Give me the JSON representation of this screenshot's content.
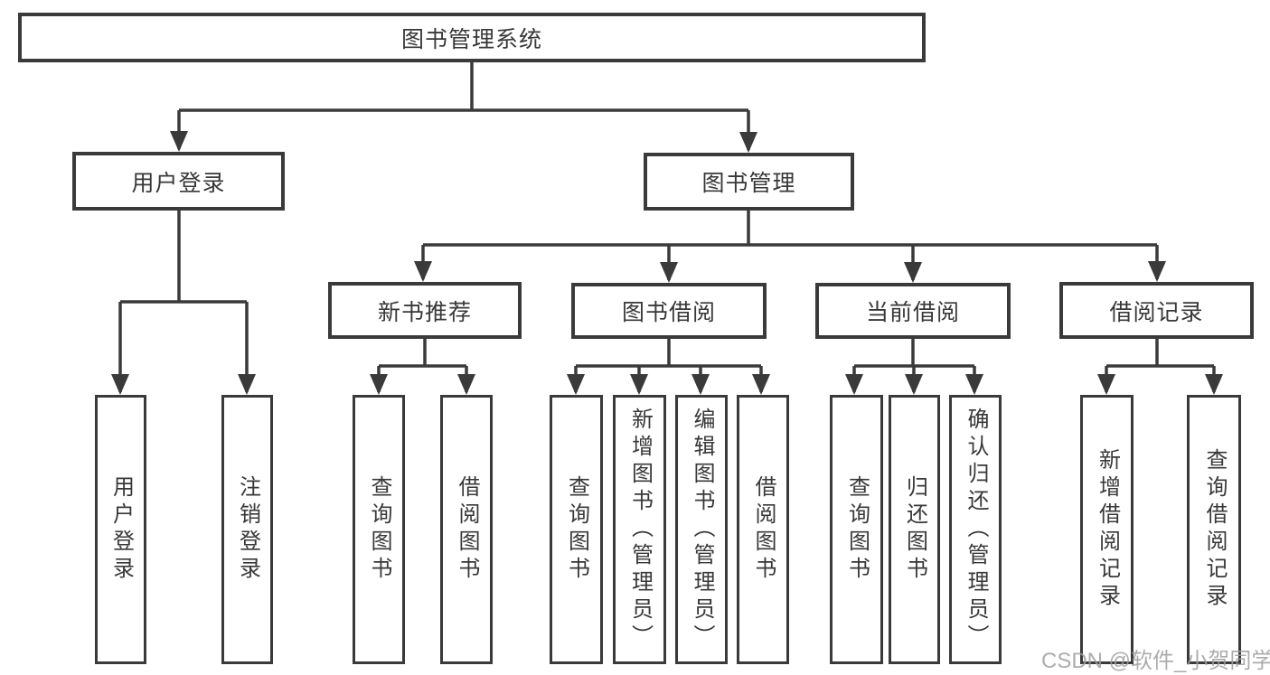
{
  "diagram": {
    "root": "图书管理系统",
    "branches": [
      {
        "label": "用户登录",
        "leaves": [
          "用户登录",
          "注销登录"
        ]
      },
      {
        "label": "图书管理",
        "groups": [
          {
            "label": "新书推荐",
            "leaves": [
              "查询图书",
              "借阅图书"
            ]
          },
          {
            "label": "图书借阅",
            "leaves": [
              "查询图书",
              "新增图书（管理员）",
              "编辑图书（管理员）",
              "借阅图书"
            ]
          },
          {
            "label": "当前借阅",
            "leaves": [
              "查询图书",
              "归还图书",
              "确认归还（管理员）"
            ]
          },
          {
            "label": "借阅记录",
            "leaves": [
              "新增借阅记录",
              "查询借阅记录"
            ]
          }
        ]
      }
    ]
  },
  "watermark": "CSDN @软件_小贺同学",
  "colors": {
    "line": "#3a3a3a",
    "text": "#383838",
    "watermark": "#9e9e9e",
    "background": "#ffffff"
  }
}
